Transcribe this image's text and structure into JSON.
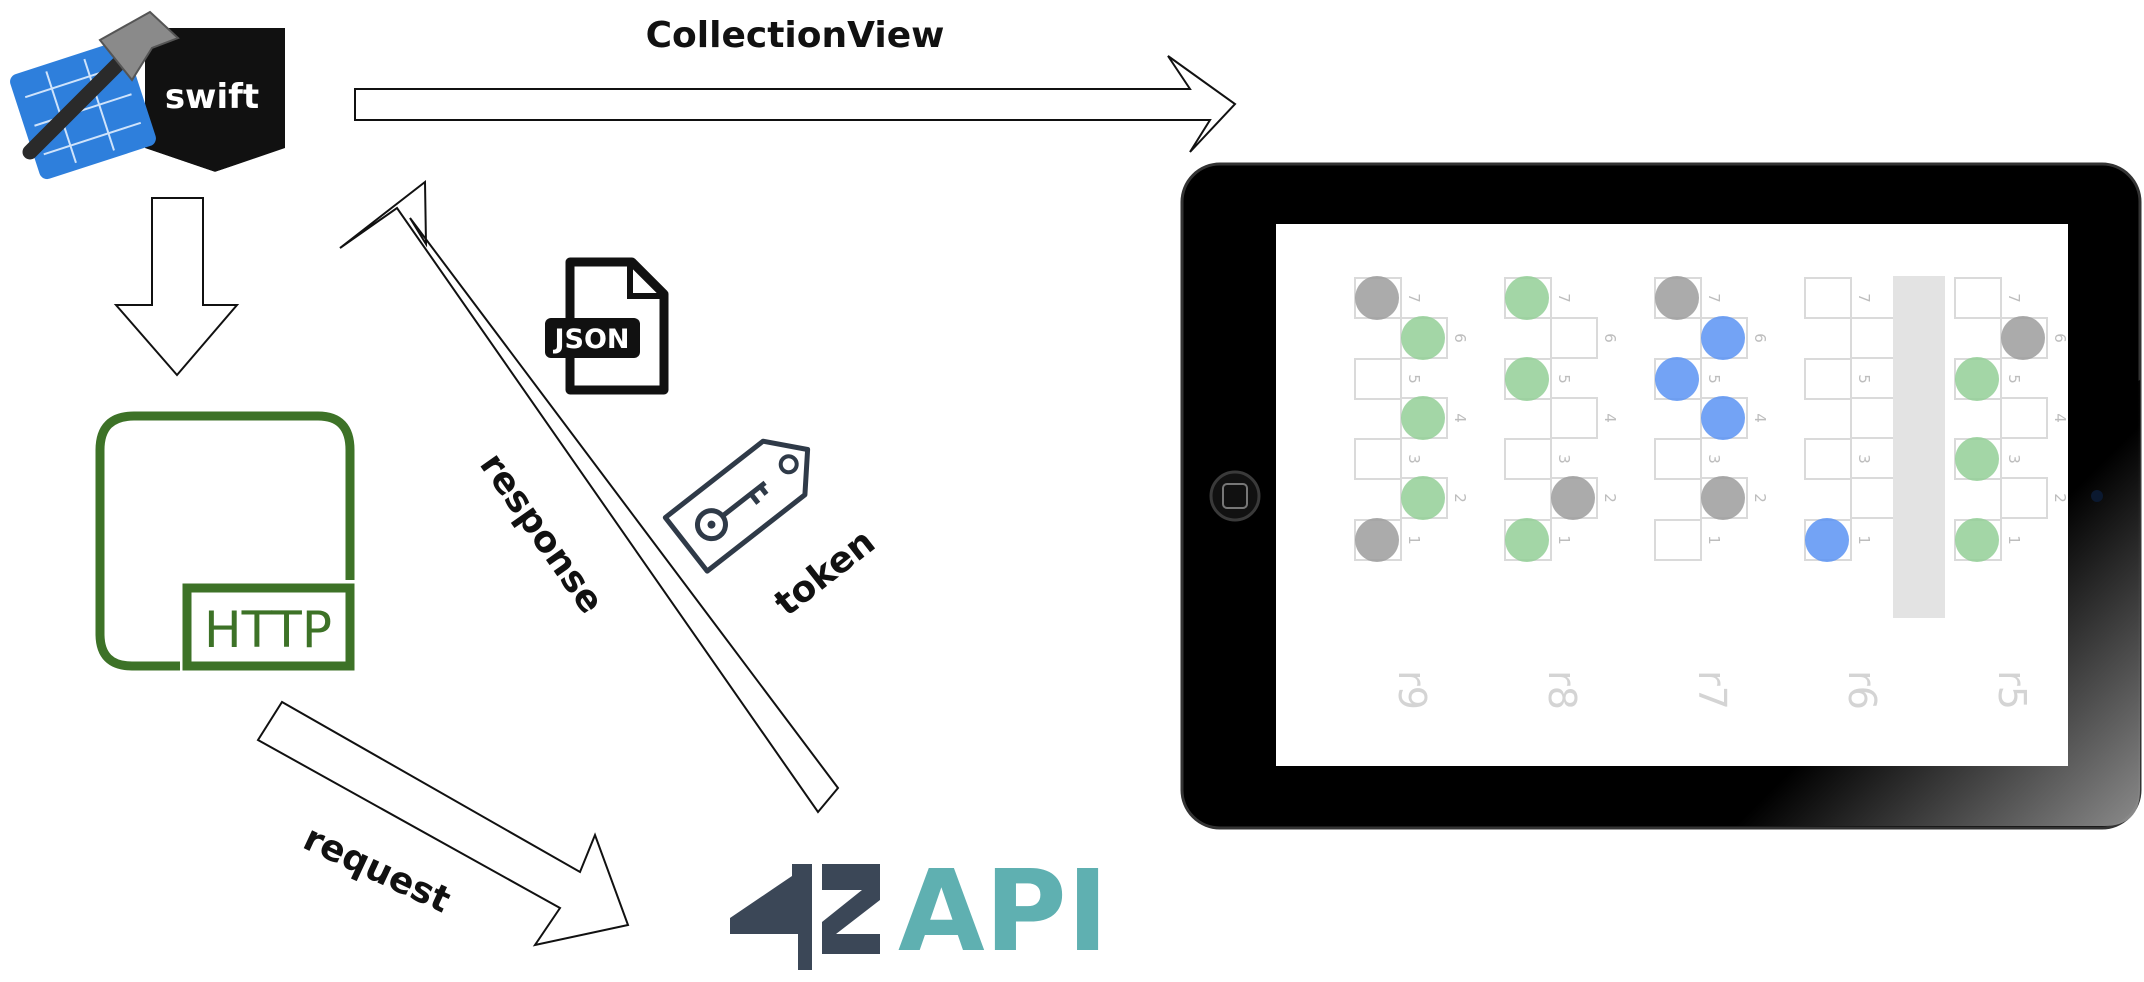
{
  "labels": {
    "collection_view": "CollectionView",
    "swift": "swift",
    "http": "HTTP",
    "json": "JSON",
    "response": "response",
    "token": "token",
    "request": "request",
    "api_number": "42",
    "api_text": "API"
  },
  "icons": {
    "xcode": "xcode-swift-icon",
    "http": "http-gateway-icon",
    "json": "json-file-icon",
    "token": "key-tag-icon",
    "device": "ipad-device"
  },
  "colors": {
    "http_green": "#3d7227",
    "api_dark": "#3b4757",
    "api_teal": "#5fb0b1",
    "pin_gray": "#9c9c9c",
    "pin_green": "#93cf97",
    "pin_blue": "#5b93f3"
  },
  "screen": {
    "rooms": [
      {
        "label": "r9",
        "pins": {
          "1": "gray",
          "2": "green",
          "4": "green",
          "6": "green",
          "7": "gray"
        }
      },
      {
        "label": "r8",
        "pins": {
          "1": "green",
          "2": "gray",
          "5": "green",
          "7": "green"
        }
      },
      {
        "label": "r7",
        "pins": {
          "2": "gray",
          "4": "blue",
          "5": "blue",
          "6": "blue",
          "7": "gray"
        }
      },
      {
        "label": "r6",
        "pins": {
          "1": "blue"
        },
        "blocked": true
      },
      {
        "label": "r5",
        "pins": {
          "1": "green",
          "3": "green",
          "5": "green",
          "6": "gray"
        }
      }
    ]
  }
}
